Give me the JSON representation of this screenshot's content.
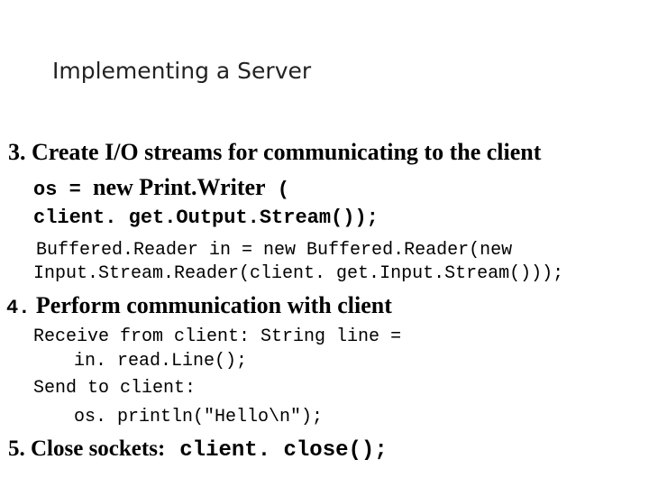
{
  "slide": {
    "title": "Implementing a Server",
    "step3": {
      "heading": "3. Create I/O streams for communicating to the client",
      "os_prefix": "os = ",
      "os_new": "new Print.Writer",
      "os_paren": " (",
      "os_line2": "client. get.Output.Stream());",
      "reader_line1": "Buffered.Reader in = new Buffered.Reader(new",
      "reader_line2": "Input.Stream.Reader(client. get.Input.Stream()));"
    },
    "step4": {
      "num": "4.",
      "heading": " Perform communication with client",
      "receive_line1": "Receive from client: String line =",
      "receive_line2": "in. read.Line();",
      "send_line1": "Send to client:",
      "send_line2": "os. println(\"Hello\\n\");"
    },
    "step5": {
      "heading": "5. Close sockets:",
      "code": "client. close();"
    }
  }
}
